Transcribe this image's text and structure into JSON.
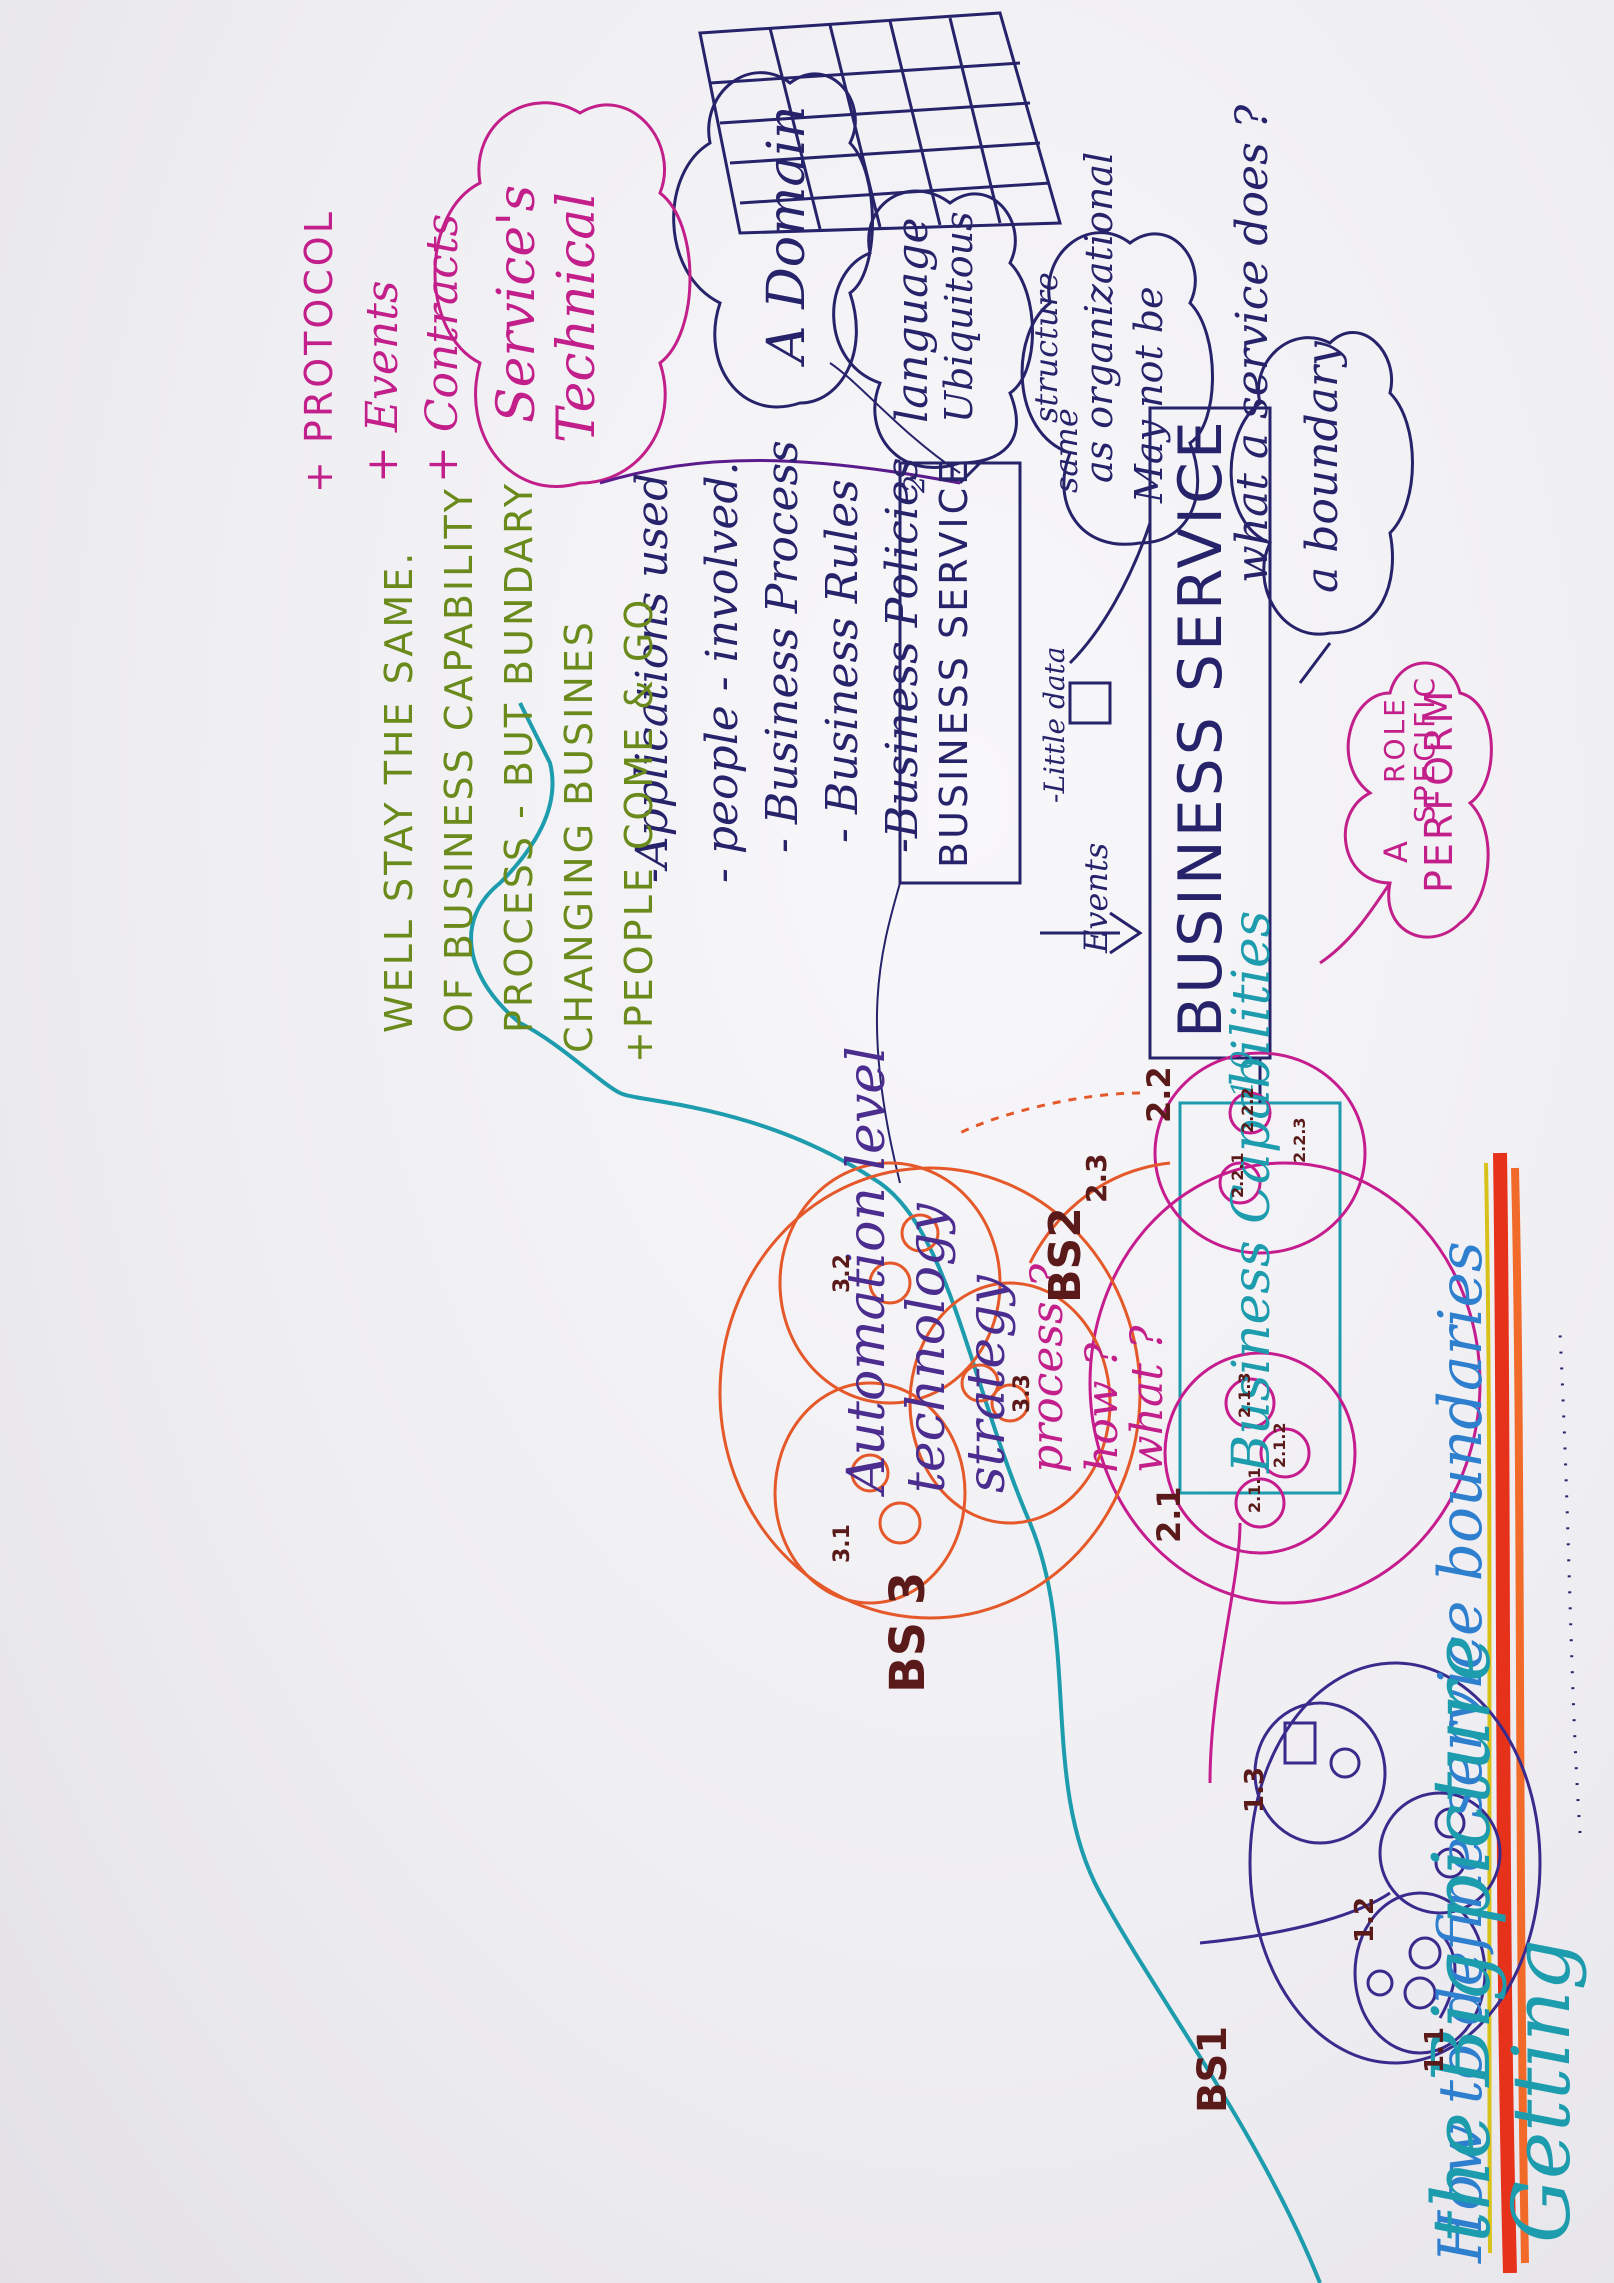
{
  "title": "How to define service boundaries",
  "capabilities": {
    "box_label": "Business Capabilities",
    "questions": [
      "what ?",
      "how ?",
      "process ?"
    ],
    "levels": [
      "strategy",
      "technology",
      "Automation level"
    ],
    "multiplicity": "1 0"
  },
  "business_service_1": {
    "label": "BUSINESS SERVICE",
    "events_label": "Events",
    "little_data": "-Little data",
    "perform_cloud": [
      "PERFORM",
      "A",
      "SPECIFIC",
      "ROLE"
    ],
    "boundary_cloud": "a boundary",
    "question": "what a service does ?",
    "org_cloud": [
      "May not be",
      "as organizational",
      "same",
      "structure"
    ]
  },
  "business_service_2": {
    "label": "BUSINESS SERVICE",
    "multiplicity": "2",
    "bullets": [
      "-Business Policies",
      "- Business Rules",
      "- Business Process",
      "- people - involved.",
      "-Applications used"
    ],
    "ubiquitous_cloud": [
      "Ubiquitous",
      "language"
    ],
    "domain_cloud": "A Domain",
    "technical_cloud": [
      "Technical",
      "Service's"
    ],
    "technical_items": [
      "+ Contracts",
      "+ Events",
      "+ PROTOCOL"
    ]
  },
  "notes": [
    "+PEOPLE COME & GO",
    "CHANGING BUSINES",
    "PROCESS - BUT BUNDARY",
    "OF BUSINESS CAPABILITY",
    "WELL STAY THE SAME."
  ],
  "big_picture": {
    "title": [
      "Getting",
      "the Big picture"
    ],
    "bs_labels": [
      "BS1",
      "BS2",
      "BS 3"
    ],
    "node_labels": [
      "1.1",
      "1.2",
      "1.3",
      "2.1",
      "2.2",
      "2.3",
      "3.1",
      "3.2",
      "3.3",
      "2.1.1",
      "2.1.2",
      "2.1.3",
      "2.2.1",
      "2.2.2",
      "2.2.3"
    ]
  },
  "colors": {
    "title": "#2f7fcf",
    "capabilities": "#1d9cae",
    "service": "#27236a",
    "perform": "#c21f8a",
    "notes": "#6a8a1c",
    "bs1": "#3a2a8c",
    "bs2": "#c51c8e",
    "bs3": "#e4582a"
  }
}
